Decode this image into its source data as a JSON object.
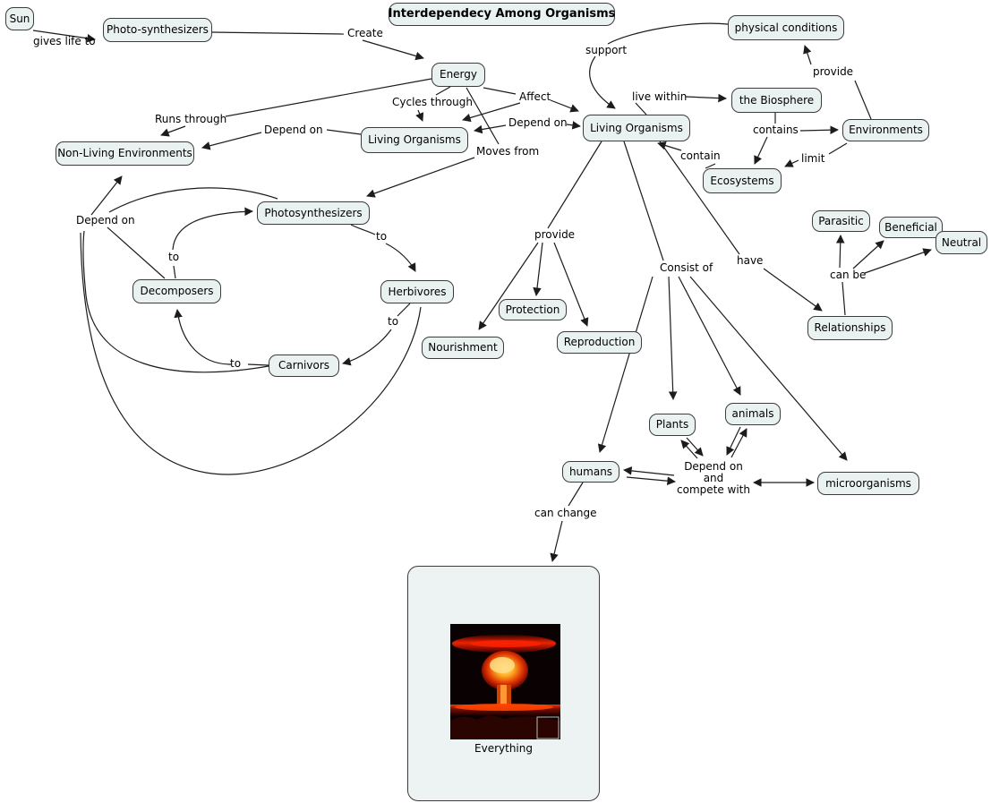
{
  "title": "Interdependecy Among Organisms",
  "nodes": {
    "sun": "Sun",
    "photo_synthesizers": "Photo-synthesizers",
    "energy": "Energy",
    "living_organisms_left": "Living Organisms",
    "non_living_environments": "Non-Living Environments",
    "living_organisms_right": "Living Organisms",
    "physical_conditions": "physical conditions",
    "the_biosphere": "the Biosphere",
    "environments": "Environments",
    "ecosystems": "Ecosystems",
    "parasitic": "Parasitic",
    "beneficial": "Beneficial",
    "neutral": "Neutral",
    "relationships": "Relationships",
    "photosynthesizers": "Photosynthesizers",
    "decomposers": "Decomposers",
    "herbivores": "Herbivores",
    "carnivors": "Carnivors",
    "protection": "Protection",
    "nourishment": "Nourishment",
    "reproduction": "Reproduction",
    "plants": "Plants",
    "animals": "animals",
    "humans": "humans",
    "microorganisms": "microorganisms"
  },
  "links": {
    "gives_life_to": "gives life to",
    "create": "Create",
    "cycles_through": "Cycles through",
    "runs_through": "Runs through",
    "depend_on_mid": "Depend on",
    "affect": "Affect",
    "depend_on_right": "Depend on",
    "moves_from": "Moves from",
    "support": "support",
    "live_within": "live within",
    "provide_right": "provide",
    "contains": "contains",
    "limit": "limit",
    "contain": "contain",
    "provide_left": "provide",
    "consist_of": "Consist of",
    "have": "have",
    "can_be": "can be",
    "depend_on_left": "Depend on",
    "to_1": "to",
    "to_2": "to",
    "to_3": "to",
    "to_4": "to",
    "depend_compete_1": "Depend on",
    "depend_compete_2": "and",
    "depend_compete_3": "compete with",
    "can_change": "can change"
  },
  "everything": {
    "caption": "Everything"
  },
  "colors": {
    "background": "#ffffff",
    "node_fill": "#e9f1f1",
    "node_border": "#3c3c3c",
    "line": "#1c1c1c",
    "explosion_core": "#ffdd66",
    "explosion_mid": "#ff6600",
    "explosion_red": "#cc1100",
    "explosion_dark": "#1a0000"
  }
}
